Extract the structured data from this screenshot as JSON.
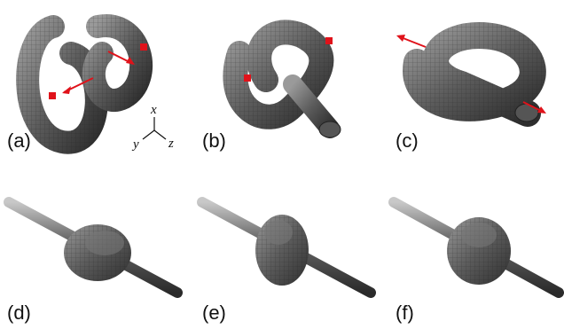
{
  "panels": [
    {
      "label": "(a)"
    },
    {
      "label": "(b)"
    },
    {
      "label": "(c)"
    },
    {
      "label": "(d)"
    },
    {
      "label": "(e)"
    },
    {
      "label": "(f)"
    }
  ],
  "axes": {
    "x": "x",
    "y": "y",
    "z": "z"
  },
  "colors": {
    "tube_dark": "#3a3a3a",
    "tube_mid": "#6e6e6e",
    "tube_light": "#a8a8a8",
    "marker": "#e0121a"
  }
}
